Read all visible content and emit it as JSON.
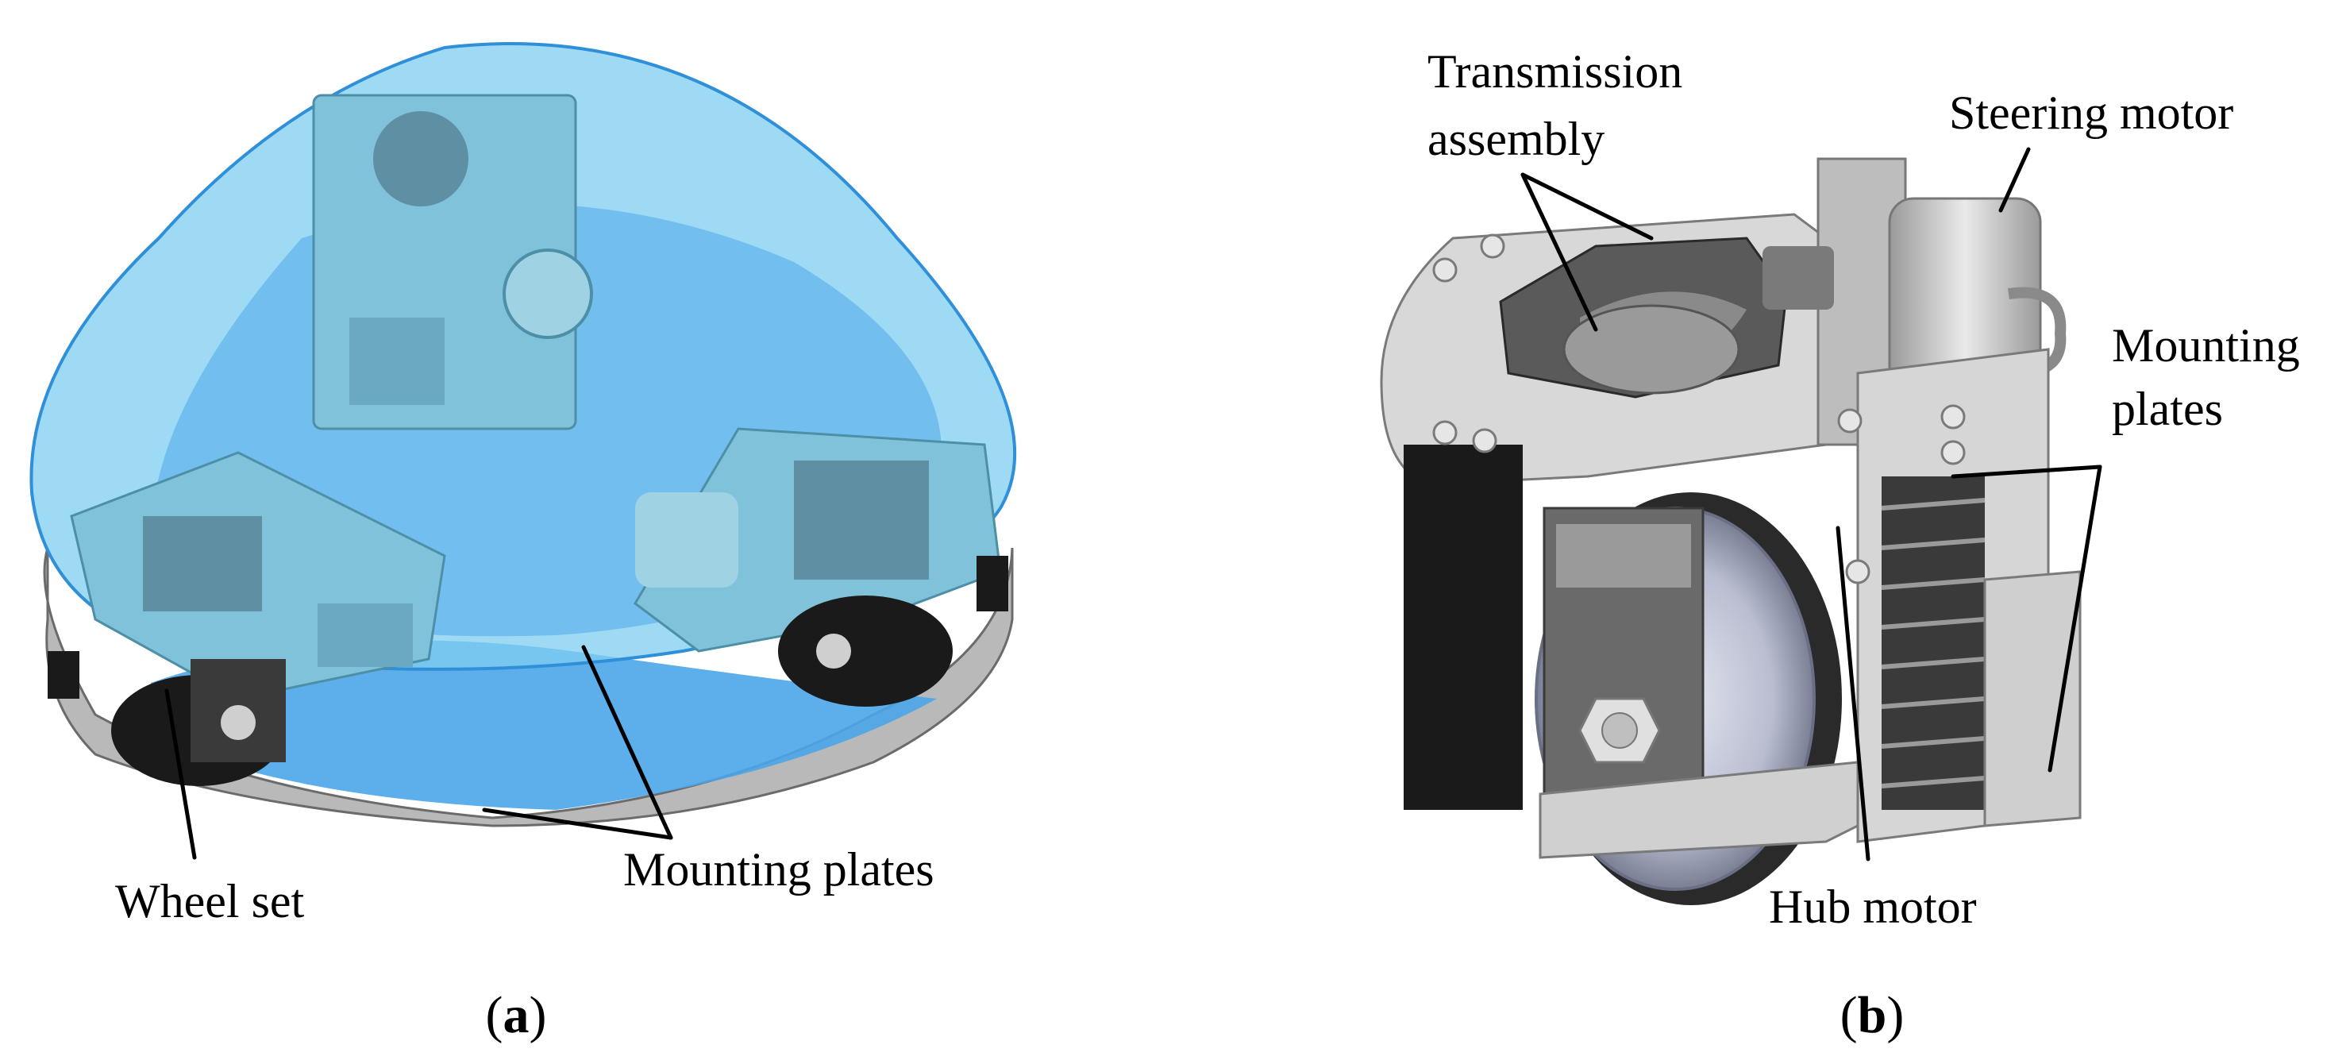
{
  "panel_a": {
    "labels": {
      "wheel_set": "Wheel set",
      "mounting_plates": "Mounting plates"
    },
    "caption": {
      "open": "(",
      "letter": "a",
      "close": ")"
    }
  },
  "panel_b": {
    "labels": {
      "transmission_line1": "Transmission",
      "transmission_line2": "assembly",
      "steering_motor": "Steering motor",
      "mounting_line1": "Mounting",
      "mounting_line2": "plates",
      "hub_motor": "Hub motor"
    },
    "caption": {
      "open": "(",
      "letter": "b",
      "close": ")"
    }
  },
  "colors": {
    "shell_blue": "#7fcdf2",
    "shell_edge": "#2f8fd8",
    "base_blue": "#4aa6e8",
    "module_blue": "#7fc2d9",
    "steel": "#c9c9c9",
    "black": "#1a1a1a"
  }
}
